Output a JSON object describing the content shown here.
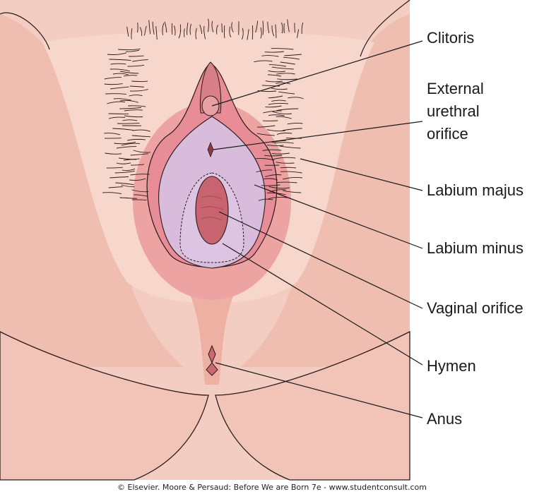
{
  "labels": {
    "clitoris": "Clitoris",
    "urethral_1": "External",
    "urethral_2": "urethral",
    "urethral_3": "orifice",
    "labium_majus": "Labium majus",
    "labium_minus": "Labium minus",
    "vaginal_orifice": "Vaginal orifice",
    "hymen": "Hymen",
    "anus": "Anus"
  },
  "footer": "© Elsevier. Moore & Persaud: Before We are Born 7e - www.studentconsult.com",
  "colors": {
    "skin": "#f4cdc2",
    "skin_dark": "#eeb2a6",
    "labia": "#e8949b",
    "vestibule": "#d9bcdc",
    "orifice": "#c7646f"
  }
}
